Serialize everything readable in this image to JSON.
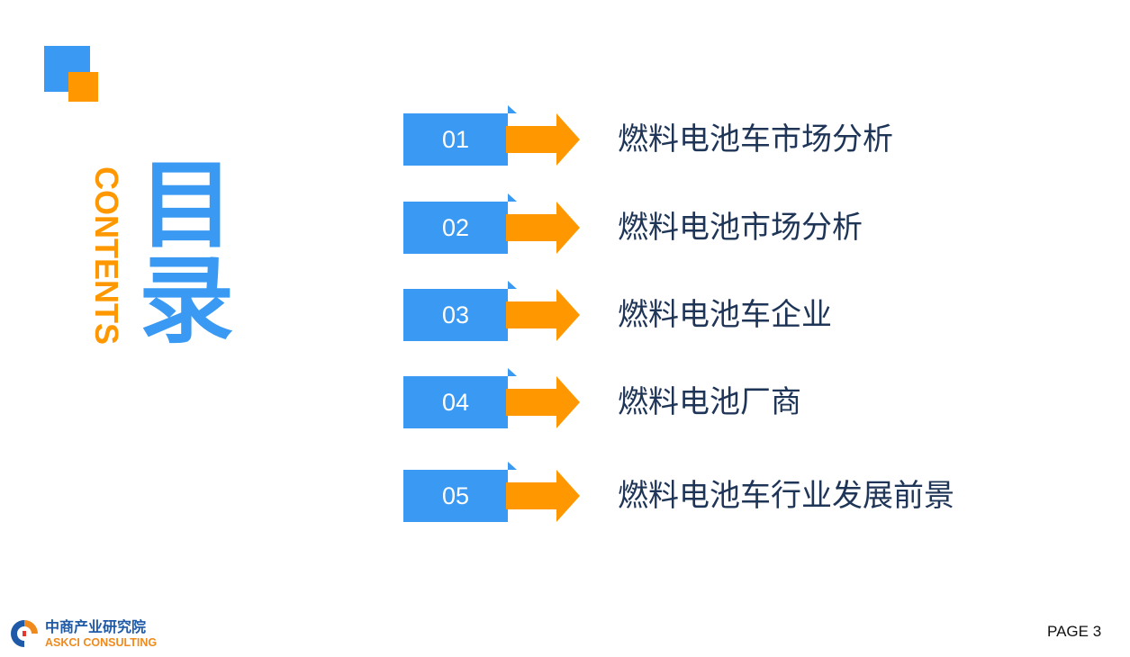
{
  "title": {
    "chars": [
      "目",
      "录"
    ],
    "subtitle": "CONTENTS"
  },
  "colors": {
    "blue": "#3a9af3",
    "orange": "#ff9800",
    "text": "#1f3557"
  },
  "items": [
    {
      "num": "01",
      "label": "燃料电池车市场分析"
    },
    {
      "num": "02",
      "label": "燃料电池市场分析"
    },
    {
      "num": "03",
      "label": "燃料电池车企业"
    },
    {
      "num": "04",
      "label": "燃料电池厂商"
    },
    {
      "num": "05",
      "label": "燃料电池车行业发展前景"
    }
  ],
  "logo": {
    "name_cn": "中商产业研究院",
    "name_en": "ASKCI CONSULTING"
  },
  "footer": {
    "page": "PAGE  3"
  }
}
